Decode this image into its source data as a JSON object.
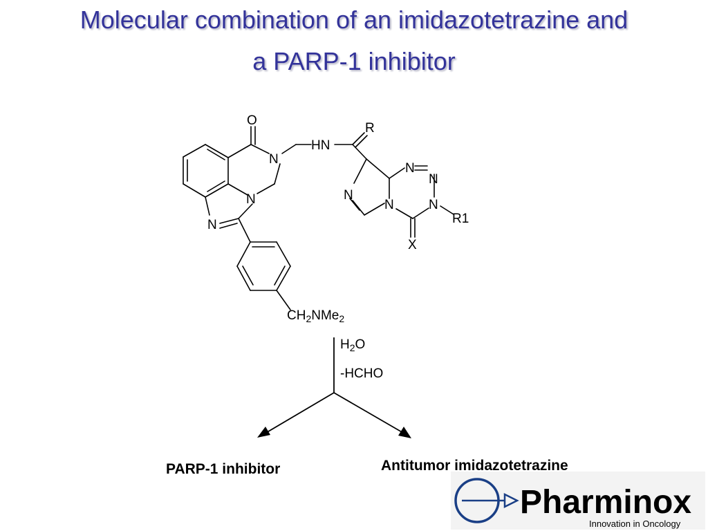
{
  "slide": {
    "title_line1": "Molecular combination of an imidazotetrazine and",
    "title_line2": "a PARP-1 inhibitor"
  },
  "molecule": {
    "atoms": {
      "O": "O",
      "N_amide": "N",
      "HN": "HN",
      "R": "R",
      "N_bridge": "N",
      "N_imidazole": "N",
      "N_tz1": "N",
      "N_tz2": "N",
      "N_tz3": "N",
      "N_imid2": "N",
      "N_fused": "N",
      "R1": "R1",
      "X": "X",
      "CH2NMe2": "CH2NMe2"
    }
  },
  "reaction": {
    "reagent1": "H2O",
    "reagent2": "-HCHO"
  },
  "products": {
    "left": "PARP-1 inhibitor",
    "right": "Antitumor imidazotetrazine"
  },
  "logo": {
    "name": "Pharminox",
    "tagline": "Innovation in Oncology",
    "primary_color": "#1a3f86",
    "tagline_color": "#c0392b"
  }
}
